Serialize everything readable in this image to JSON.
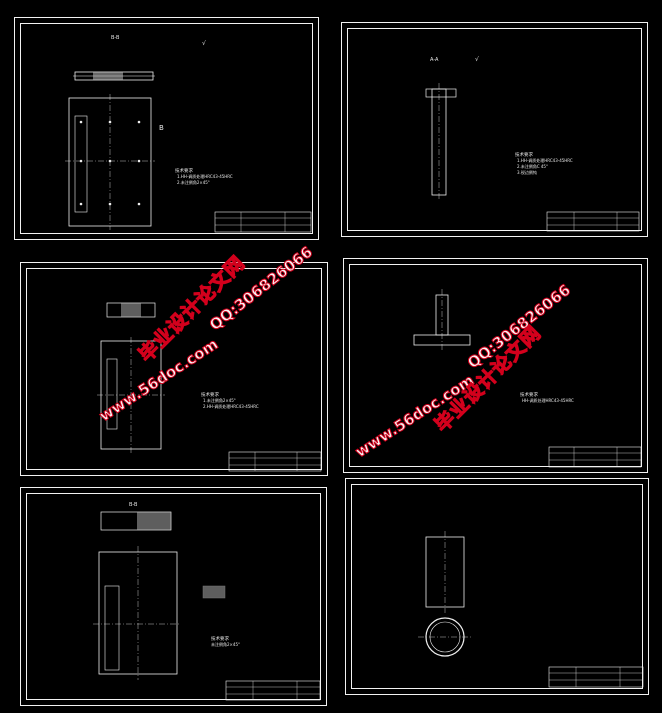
{
  "sheets": [
    {
      "id": "s1",
      "view_label": "B-B",
      "view_mark": "B",
      "note_title": "技术要求",
      "notes": [
        "1.HH-调质处理HRC43-45HRC",
        "2.未注倒角2×45°"
      ]
    },
    {
      "id": "s2",
      "view_label": "A-A",
      "note_title": "技术要求",
      "notes": [
        "1.HH-调质处理HRC43-45HRC",
        "2.未注倒角C 45°",
        "3.锐边倒钝"
      ]
    },
    {
      "id": "s3",
      "note_title": "技术要求",
      "notes": [
        "1.未注倒角2×45°",
        "2.HH-调质处理HRC43-45HRC"
      ]
    },
    {
      "id": "s4",
      "note_title": "技术要求",
      "notes": [
        "HH-调质处理HRC43-45HRC"
      ]
    },
    {
      "id": "s5",
      "view_label": "B-B",
      "note_title": "技术要求",
      "notes": [
        "未注倒角2×45°"
      ]
    },
    {
      "id": "s6",
      "notes": []
    }
  ],
  "watermarks": {
    "site": "www.56doc.com",
    "brand": "毕业设计论文网",
    "qq": "QQ:306826066"
  },
  "colors": {
    "line": "#f2f2f2",
    "accent": "#d3001c",
    "background": "#000000"
  }
}
